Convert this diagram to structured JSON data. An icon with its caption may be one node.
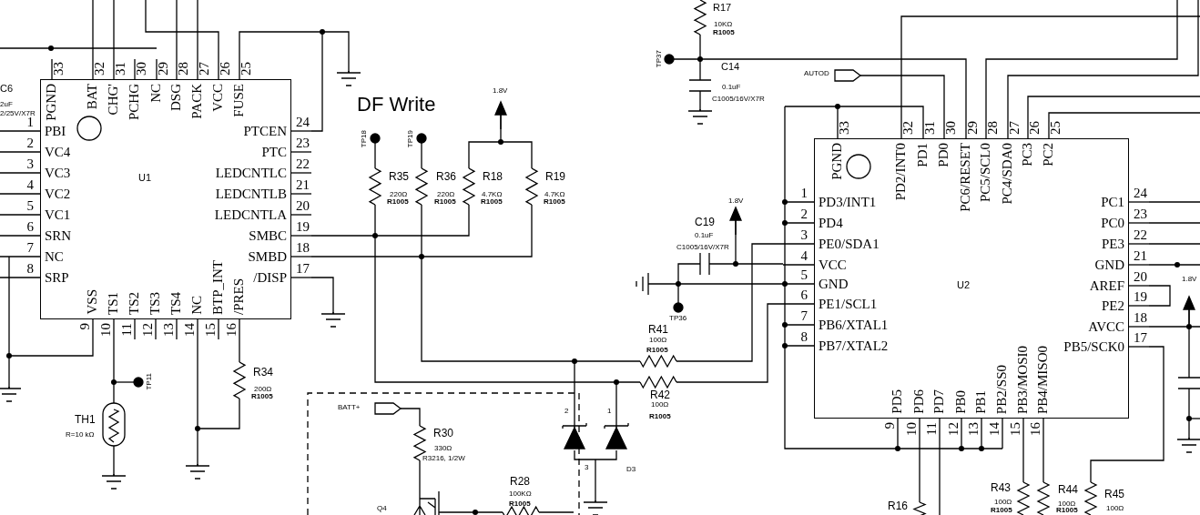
{
  "diagram": {
    "nodes": [
      {
        "text": [
          "U1",
          "PGND",
          "BAT",
          "CHG'",
          "PCHG",
          "NC",
          "DSG",
          "PACK",
          "VCC",
          "FUSE",
          "PBI",
          "VC4",
          "VC3",
          "VC2",
          "VC1",
          "SRN",
          "NC",
          "SRP",
          "PTCEN",
          "PTC",
          "LEDCNTLC",
          "LEDCNTLB",
          "LEDCNTLA",
          "SMBC",
          "SMBD",
          "/DISP",
          "VSS",
          "TS1",
          "TS2",
          "TS3",
          "TS4",
          "NC",
          "BTP_INT",
          "/PRES"
        ],
        "beside": [
          "33",
          "32",
          "31",
          "30",
          "29",
          "28",
          "27",
          "26",
          "25",
          "1",
          "2",
          "3",
          "4",
          "5",
          "6",
          "7",
          "8",
          "24",
          "23",
          "22",
          "21",
          "20",
          "19",
          "18",
          "17",
          "9",
          "10",
          "11",
          "12",
          "13",
          "14",
          "15",
          "16"
        ]
      },
      {
        "text": [
          "U2",
          "PGND",
          "PD2/INT0",
          "PD1",
          "PD0",
          "PC6/RESET",
          "PC5/SCL0",
          "PC4/SDA0",
          "PC3",
          "PC2",
          "PD3/INT1",
          "PD4",
          "PE0/SDA1",
          "VCC",
          "GND",
          "PE1/SCL1",
          "PB6/XTAL1",
          "PB7/XTAL2",
          "PC1",
          "PC0",
          "PE3",
          "GND",
          "AREF",
          "PE2",
          "AVCC",
          "PB5/SCK0",
          "PD5",
          "PD6",
          "PD7",
          "PB0",
          "PB1",
          "PB2/SS0",
          "PB3/MOSI0",
          "PB4/MISO0"
        ],
        "beside": [
          "33",
          "32",
          "31",
          "30",
          "29",
          "28",
          "27",
          "26",
          "25",
          "1",
          "2",
          "3",
          "4",
          "5",
          "6",
          "7",
          "8",
          "24",
          "23",
          "22",
          "21",
          "20",
          "19",
          "18",
          "17",
          "9",
          "10",
          "11",
          "12",
          "13",
          "14",
          "15",
          "16"
        ]
      }
    ],
    "labels": [
      "R17",
      "10KΩ",
      "R1005",
      "C6",
      "2uF",
      "2/25V/X7R",
      "TP37",
      "C14",
      "AUTOD",
      "0.1uF",
      "C1005/16V/X7R",
      "DF Write",
      "1.8V",
      "TP18",
      "TP19",
      "R35",
      "220Ω",
      "R1005",
      "R36",
      "220Ω",
      "R1005",
      "R18",
      "4.7KΩ",
      "R1005",
      "R19",
      "4.7KΩ",
      "R1005",
      "1.8V",
      "C19",
      "0.1uF",
      "C1005/16V/X7R",
      "1.8V",
      "TP36",
      "R41",
      "100Ω",
      "R1005",
      "TP11",
      "R34",
      "200Ω",
      "R1005",
      "R42",
      "100Ω",
      "R1005",
      "BATT+",
      "2",
      "1",
      "TH1",
      "R30",
      "R=10 kΩ",
      "330Ω",
      "R3216, 1/2W",
      "3",
      "D3",
      "R28",
      "100KΩ",
      "R43",
      "R45",
      "R1005",
      "100Ω",
      "R44",
      "100Ω",
      "R16",
      "100Ω",
      "Q4",
      "R1005",
      "R1005"
    ]
  }
}
